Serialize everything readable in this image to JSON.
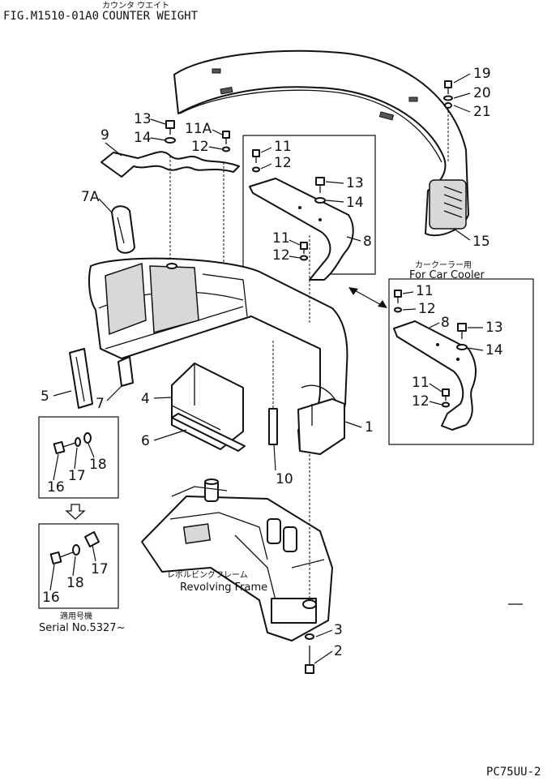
{
  "header": {
    "fig_code": "FIG.M1510-01A0",
    "title_jp": "カウンタ ウエイト",
    "title_en": "COUNTER WEIGHT"
  },
  "callouts": {
    "c1": "1",
    "c2": "2",
    "c3": "3",
    "c4": "4",
    "c5": "5",
    "c6": "6",
    "c7": "7",
    "c7a": "7A",
    "c8a": "8",
    "c8b": "8",
    "c9": "9",
    "c10": "10",
    "c11a": "11",
    "c11b": "11",
    "c11c": "11",
    "c11d": "11",
    "c11A": "11A",
    "c12a": "12",
    "c12b": "12",
    "c12c": "12",
    "c12d": "12",
    "c12e": "12",
    "c13a": "13",
    "c13b": "13",
    "c13c": "13",
    "c14a": "14",
    "c14b": "14",
    "c14c": "14",
    "c15": "15",
    "c16a": "16",
    "c16b": "16",
    "c17a": "17",
    "c17b": "17",
    "c18a": "18",
    "c18b": "18",
    "c19": "19",
    "c20": "20",
    "c21": "21"
  },
  "car_cooler": {
    "label_jp": "カークーラー用",
    "label_en": "For Car Cooler"
  },
  "revolving_frame": {
    "label_jp": "レボルビングフレーム",
    "label_en": "Revolving Frame"
  },
  "serial": {
    "label_jp": "適用号機",
    "label_en": "Serial No.5327~"
  },
  "footer": {
    "model_code": "PC75UU-2"
  }
}
